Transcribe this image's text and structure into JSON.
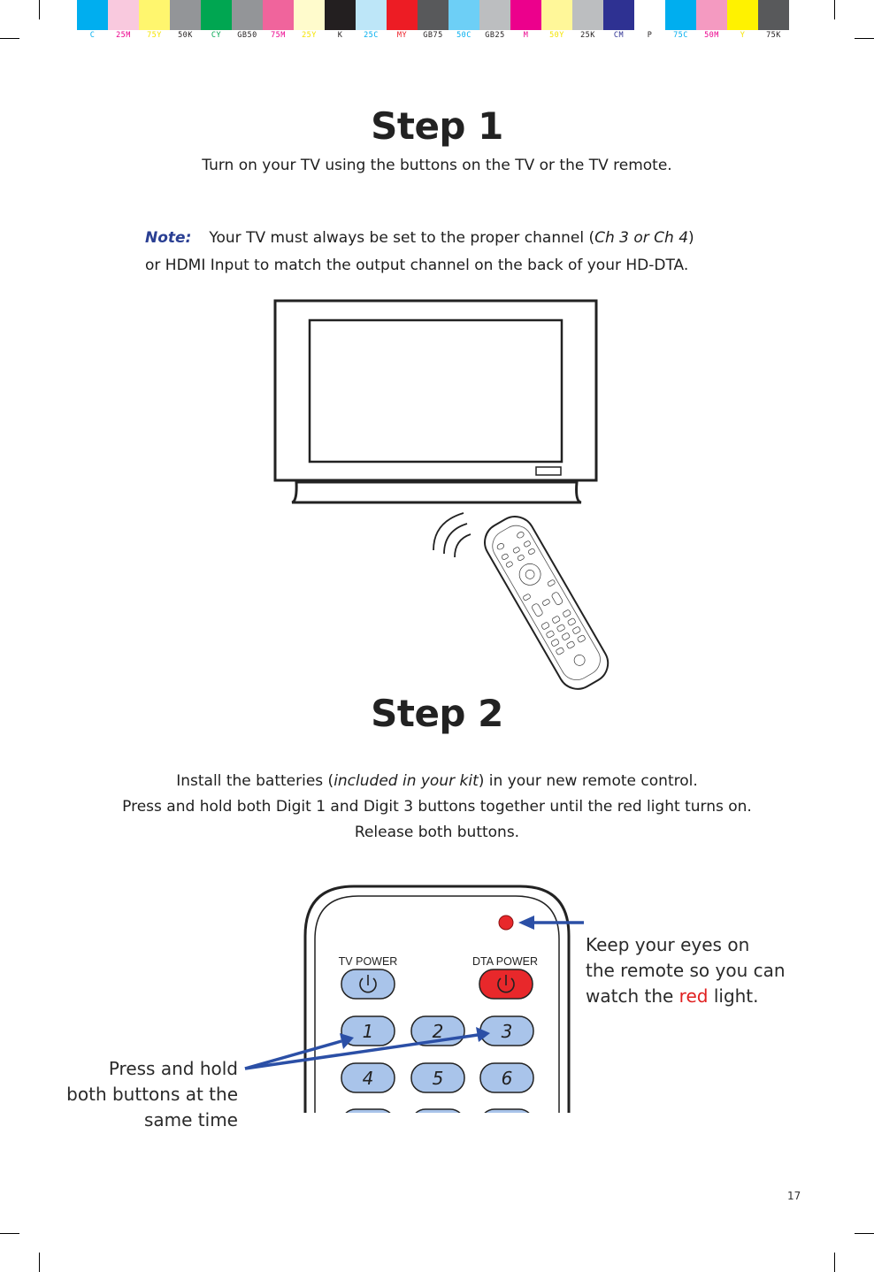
{
  "color_bar": {
    "swatches": [
      "#00aeef",
      "#f9c9de",
      "#fff66e",
      "#939598",
      "#00a651",
      "#939598",
      "#f0649c",
      "#fffbcc",
      "#231f20",
      "#bde6f8",
      "#ed1c24",
      "#58595b",
      "#6dcff6",
      "#bcbec0",
      "#ec008c",
      "#fff799",
      "#bcbec0",
      "#2e3192",
      "#ffffff",
      "#00aeef",
      "#f49ac1",
      "#fff200",
      "#58595b"
    ],
    "labels": [
      {
        "text": "C",
        "color": "#00aeef"
      },
      {
        "text": "25M",
        "color": "#ec008c"
      },
      {
        "text": "75Y",
        "color": "#f5e400"
      },
      {
        "text": "50K",
        "color": "#231f20"
      },
      {
        "text": "CY",
        "color": "#00a651"
      },
      {
        "text": "GB50",
        "color": "#231f20"
      },
      {
        "text": "75M",
        "color": "#ec008c"
      },
      {
        "text": "25Y",
        "color": "#f5e400"
      },
      {
        "text": "K",
        "color": "#231f20"
      },
      {
        "text": "25C",
        "color": "#00aeef"
      },
      {
        "text": "MY",
        "color": "#ed1c24"
      },
      {
        "text": "GB75",
        "color": "#231f20"
      },
      {
        "text": "50C",
        "color": "#00aeef"
      },
      {
        "text": "GB25",
        "color": "#231f20"
      },
      {
        "text": "M",
        "color": "#ec008c"
      },
      {
        "text": "50Y",
        "color": "#f5e400"
      },
      {
        "text": "25K",
        "color": "#231f20"
      },
      {
        "text": "CM",
        "color": "#2e3192"
      },
      {
        "text": "P",
        "color": "#231f20"
      },
      {
        "text": "75C",
        "color": "#00aeef"
      },
      {
        "text": "50M",
        "color": "#ec008c"
      },
      {
        "text": "Y",
        "color": "#f5e400"
      },
      {
        "text": "75K",
        "color": "#231f20"
      }
    ]
  },
  "step1": {
    "title": "Step 1",
    "instruction": "Turn on your TV using the buttons on the TV or the TV remote.",
    "note_label": "Note:",
    "note_line1_a": "Your TV must always be set to the proper channel (",
    "note_line1_em": "Ch 3 or Ch 4",
    "note_line1_b": ")",
    "note_line2": "or HDMI Input to match the output channel on the back of your HD-DTA."
  },
  "step2": {
    "title": "Step 2",
    "line1_a": "Install the batteries (",
    "line1_em": "included in your kit",
    "line1_b": ") in your new remote control.",
    "line2": "Press and hold both Digit 1 and Digit 3 buttons together until the red light turns on.",
    "line3": "Release both buttons."
  },
  "remote": {
    "tv_power_label": "TV POWER",
    "dta_power_label": "DTA POWER",
    "digits": [
      "1",
      "2",
      "3",
      "4",
      "5",
      "6"
    ]
  },
  "callouts": {
    "right_line1": "Keep your eyes on",
    "right_line2": "the remote so you can",
    "right_line3_a": "watch the ",
    "right_line3_red": "red",
    "right_line3_b": " light.",
    "left_line1": "Press and hold",
    "left_line2": "both buttons at the",
    "left_line3": "same time"
  },
  "page_number": "17",
  "colors": {
    "accent_blue": "#2a3f93",
    "button_blue": "#a9c4ea",
    "power_red": "#e8282b",
    "arrow_blue": "#2b4fa6"
  }
}
